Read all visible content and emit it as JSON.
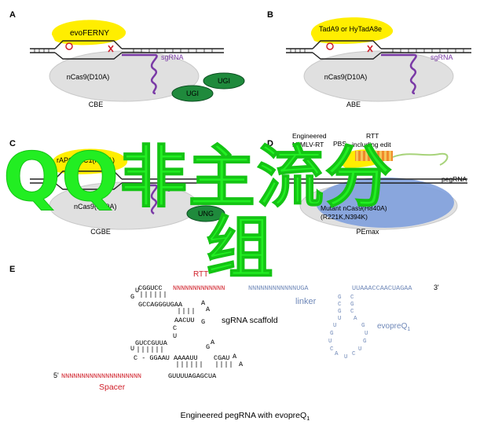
{
  "panels": {
    "A": {
      "letter": "A",
      "title": "CBE",
      "protein": "nCas9(D10A)",
      "enzyme": "evoFERNY",
      "guide": "sgRNA",
      "ugi1": "UGI",
      "ugi2": "UGI"
    },
    "B": {
      "letter": "B",
      "title": "ABE",
      "protein": "nCas9(D10A)",
      "enzyme": "TadA9 or HyTadA8e",
      "guide": "sgRNA"
    },
    "C": {
      "letter": "C",
      "title": "CGBE",
      "enzyme": "rAPOBEC1(R33A)",
      "protein": "nCas9(D10A)",
      "guide": "sgRNA",
      "ung": "UNG"
    },
    "D": {
      "letter": "D",
      "title": "PEmax",
      "rt_name_1": "Engineered",
      "rt_name_2": "M-MLV-RT",
      "pbs": "PBS",
      "rtt_1": "RTT",
      "rtt_2": "including edit",
      "guide": "pegRNA",
      "protein_1": "Mutant nCas9(H840A)",
      "protein_2": "(R221K,N394K)"
    },
    "E": {
      "letter": "E",
      "rtt_label": "RTT",
      "pbs_label": "PBS",
      "rtt_seq": "NNNNNNNNNNNNN",
      "pbs_seq": "NNNNNNNNNNNNUGA",
      "linker_seq": "UUAAACCAACUAGAA",
      "three_prime": "3'",
      "linker": "linker",
      "scaffold": "sgRNA scaffold",
      "evopreq": "evopreQ",
      "evopreq_sub": "1",
      "five_prime": "5'",
      "spacer_seq": "NNNNNNNNNNNNNNNNNNNN",
      "spacer_tail": "GUUUUAGAGCUA",
      "spacer": "Spacer",
      "stem_top": "CGGUCC",
      "stem_a": "GCCAGGGUGAA",
      "loop_a": "AACUU",
      "stem_b": "GUCCGUUA",
      "stem_c": "C - GGAAU AAAAUU",
      "stem_d": "CGAU",
      "caption": "Engineered pegRNA with evopreQ",
      "caption_sub": "1"
    }
  },
  "overlay": {
    "line1": "QQ非主流分",
    "line2": "组"
  },
  "colors": {
    "yellow": "#ffee00",
    "grey": "#e0e0e0",
    "green": "#1f8a3c",
    "purple": "#7a3aa6",
    "red": "#d0202a",
    "blue": "#7fa0dd",
    "bluegrey": "#6f88b8",
    "overlay": "#22ee22"
  }
}
